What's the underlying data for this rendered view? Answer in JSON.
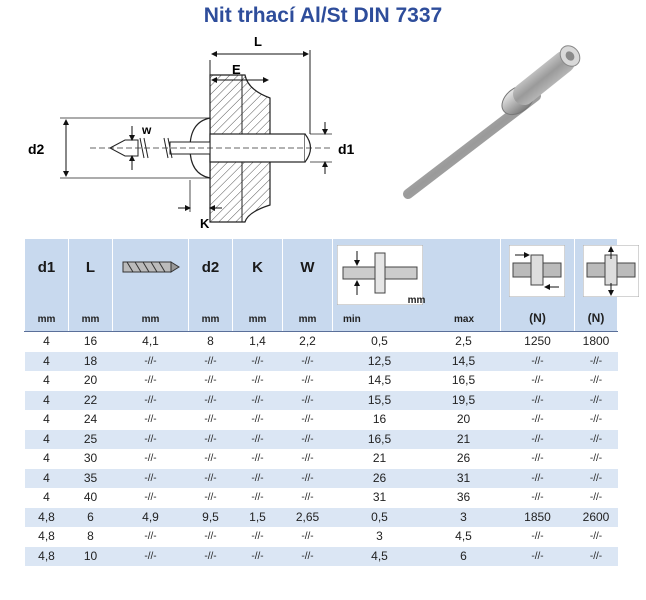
{
  "title": "Nit trhací Al/St DIN 7337",
  "diagram_labels": {
    "L": "L",
    "E": "E",
    "d2": "d2",
    "d1": "d1",
    "w": "w",
    "K": "K"
  },
  "table": {
    "headers": [
      {
        "label": "d1",
        "unit": "mm"
      },
      {
        "label": "L",
        "unit": "mm"
      },
      {
        "label": "",
        "unit": "mm"
      },
      {
        "label": "d2",
        "unit": "mm"
      },
      {
        "label": "K",
        "unit": "mm"
      },
      {
        "label": "W",
        "unit": "mm"
      }
    ],
    "shear_header": {
      "unit": "mm",
      "min": "min",
      "max": "max"
    },
    "force1": "(N)",
    "force2": "(N)",
    "rows": [
      [
        "4",
        "16",
        "4,1",
        "8",
        "1,4",
        "2,2",
        "0,5",
        "2,5",
        "1250",
        "1800"
      ],
      [
        "4",
        "18",
        "-//-",
        "-//-",
        "-//-",
        "-//-",
        "12,5",
        "14,5",
        "-//-",
        "-//-"
      ],
      [
        "4",
        "20",
        "-//-",
        "-//-",
        "-//-",
        "-//-",
        "14,5",
        "16,5",
        "-//-",
        "-//-"
      ],
      [
        "4",
        "22",
        "-//-",
        "-//-",
        "-//-",
        "-//-",
        "15,5",
        "19,5",
        "-//-",
        "-//-"
      ],
      [
        "4",
        "24",
        "-//-",
        "-//-",
        "-//-",
        "-//-",
        "16",
        "20",
        "-//-",
        "-//-"
      ],
      [
        "4",
        "25",
        "-//-",
        "-//-",
        "-//-",
        "-//-",
        "16,5",
        "21",
        "-//-",
        "-//-"
      ],
      [
        "4",
        "30",
        "-//-",
        "-//-",
        "-//-",
        "-//-",
        "21",
        "26",
        "-//-",
        "-//-"
      ],
      [
        "4",
        "35",
        "-//-",
        "-//-",
        "-//-",
        "-//-",
        "26",
        "31",
        "-//-",
        "-//-"
      ],
      [
        "4",
        "40",
        "-//-",
        "-//-",
        "-//-",
        "-//-",
        "31",
        "36",
        "-//-",
        "-//-"
      ],
      [
        "4,8",
        "6",
        "4,9",
        "9,5",
        "1,5",
        "2,65",
        "0,5",
        "3",
        "1850",
        "2600"
      ],
      [
        "4,8",
        "8",
        "-//-",
        "-//-",
        "-//-",
        "-//-",
        "3",
        "4,5",
        "-//-",
        "-//-"
      ],
      [
        "4,8",
        "10",
        "-//-",
        "-//-",
        "-//-",
        "-//-",
        "4,5",
        "6",
        "-//-",
        "-//-"
      ]
    ]
  }
}
